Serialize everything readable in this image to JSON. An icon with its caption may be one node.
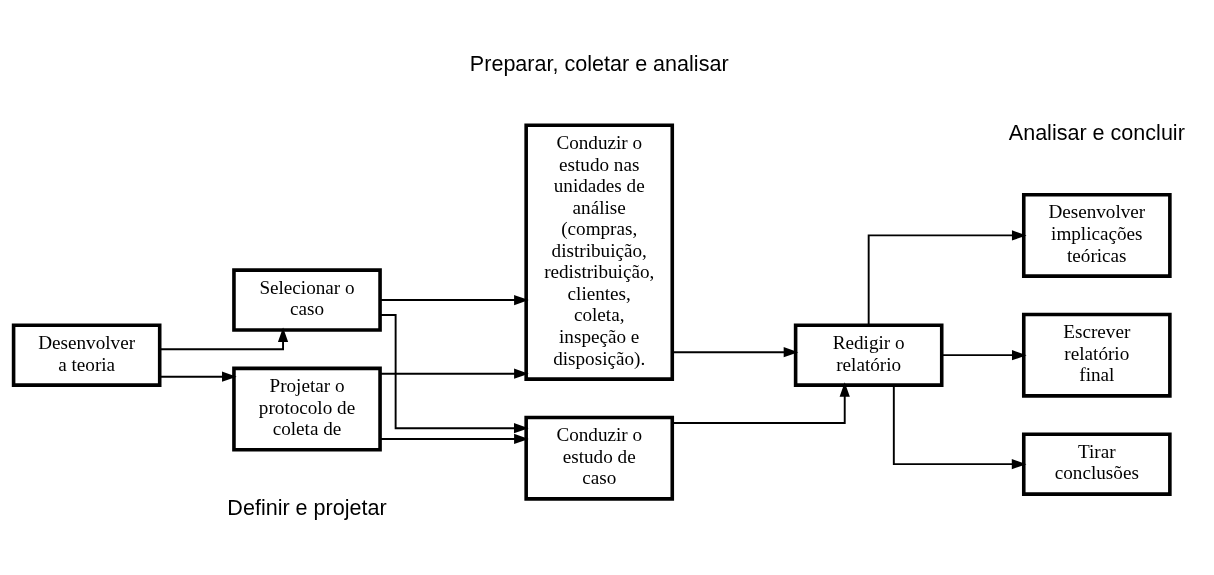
{
  "diagram": {
    "nodes": [
      {
        "text": [
          "Desenvolver a teoria"
        ]
      },
      {
        "text": [
          "Selecionar o caso"
        ]
      },
      {
        "text": [
          "Projetar o protocolo de coleta de"
        ]
      },
      {
        "text": [
          "Conduzir o estudo de caso"
        ]
      },
      {
        "text": [
          "Conduzir o estudo nas unidades de análise (compras, distribuição, redistribuição, clientes, coleta, inspeção e disposição)."
        ]
      },
      {
        "text": [
          "Redigir o relatório"
        ]
      },
      {
        "text": [
          "Tirar conclusões"
        ]
      },
      {
        "text": [
          "Desenvolver implicações teóricas"
        ]
      },
      {
        "text": [
          "Escrever relatório final"
        ]
      }
    ],
    "edges": [
      {
        "from": 0,
        "to": 1,
        "arrow": "to"
      },
      {
        "from": 0,
        "to": 2,
        "arrow": "to"
      },
      {
        "from": 1,
        "to": 3,
        "arrow": "to"
      },
      {
        "from": 1,
        "to": 4,
        "arrow": "to"
      },
      {
        "from": 2,
        "to": 3,
        "arrow": "to"
      },
      {
        "from": 2,
        "to": 4,
        "arrow": "to"
      },
      {
        "from": 3,
        "to": 5,
        "arrow": "to"
      },
      {
        "from": 4,
        "to": 5,
        "arrow": "to"
      },
      {
        "from": 5,
        "to": 6,
        "arrow": "to"
      },
      {
        "from": 5,
        "to": 7,
        "arrow": "to"
      },
      {
        "from": 5,
        "to": 8,
        "arrow": "to"
      }
    ],
    "labels": [
      "Definir e projetar",
      "Preparar, coletar e analisar",
      "Analisar e concluir"
    ]
  }
}
